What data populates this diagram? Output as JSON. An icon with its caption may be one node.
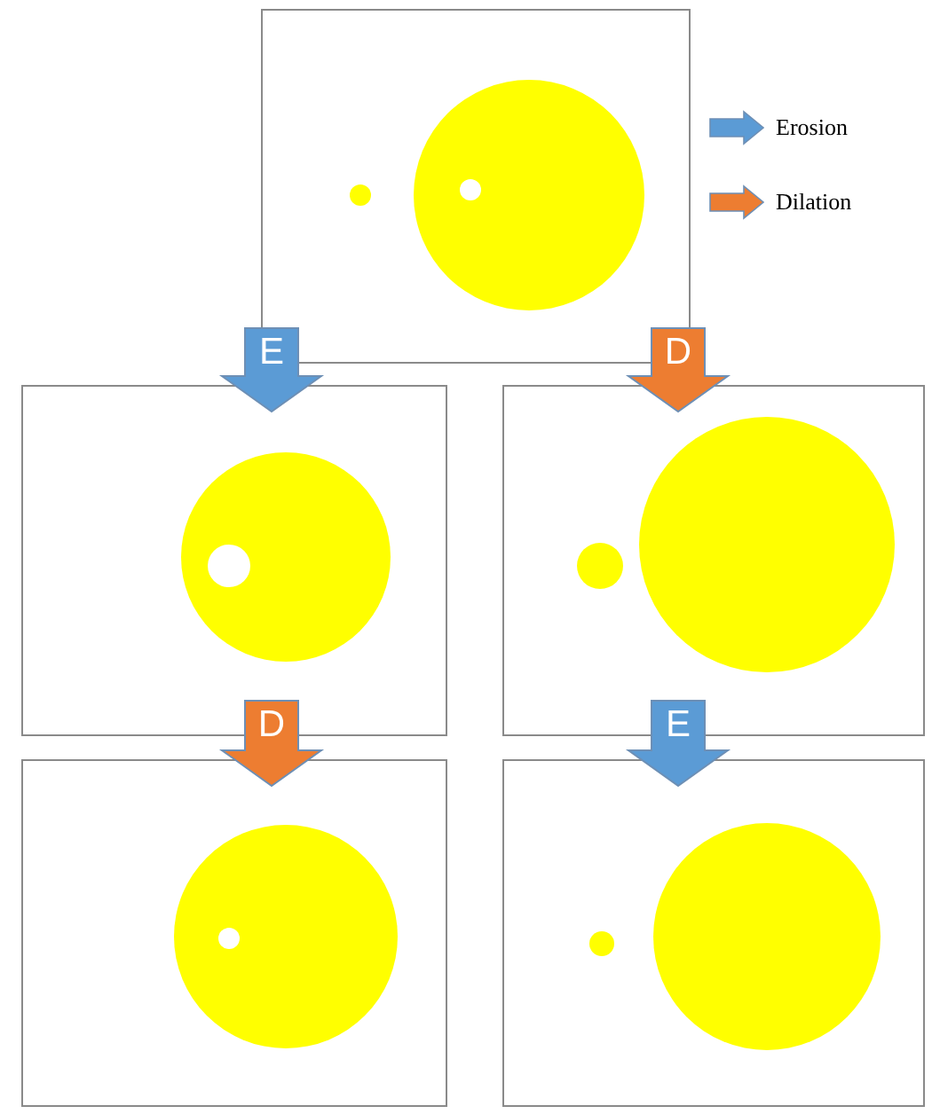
{
  "diagram": {
    "nodes": [
      {
        "text": [],
        "shape": "picture"
      },
      {
        "text": [],
        "shape": "picture"
      },
      {
        "text": [],
        "shape": "picture"
      },
      {
        "text": [],
        "shape": "picture"
      },
      {
        "text": [],
        "shape": "picture"
      }
    ],
    "edges": [
      {
        "from": 0,
        "to": 1,
        "arrow": "to",
        "label": "E",
        "style": "thick",
        "color": "#5b9bd5"
      },
      {
        "from": 0,
        "to": 2,
        "arrow": "to",
        "label": "D",
        "style": "thick",
        "color": "#ed7d31"
      },
      {
        "from": 1,
        "to": 3,
        "arrow": "to",
        "label": "D",
        "style": "thick",
        "color": "#ed7d31"
      },
      {
        "from": 2,
        "to": 4,
        "arrow": "to",
        "label": "E",
        "style": "thick",
        "color": "#5b9bd5"
      }
    ],
    "legend": [
      {
        "text": "Erosion",
        "color": "#5b9bd5"
      },
      {
        "text": "Dilation",
        "color": "#ed7d31"
      }
    ]
  }
}
